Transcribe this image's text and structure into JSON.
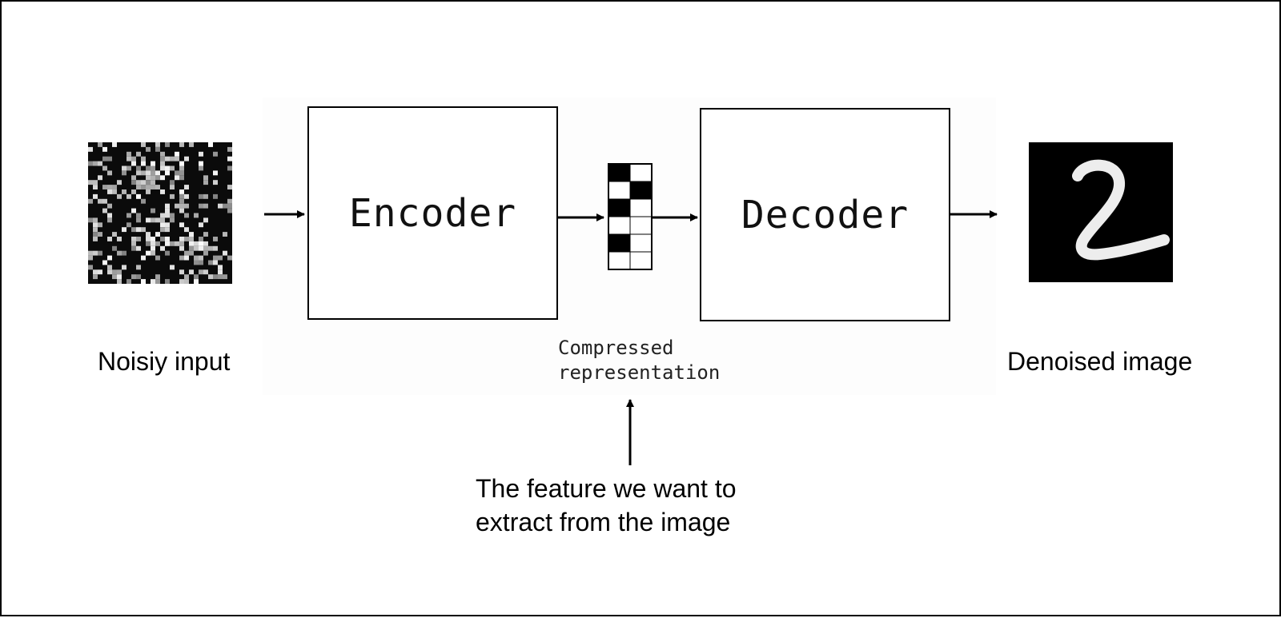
{
  "diagram": {
    "nodes": {
      "encoder": {
        "label": "Encoder"
      },
      "decoder": {
        "label": "Decoder"
      }
    },
    "input_label": "Noisiy input",
    "output_label": "Denoised image",
    "bottleneck_caption": [
      "Compressed",
      "representation"
    ],
    "feature_note": [
      "The feature we want to",
      "extract from the image"
    ],
    "bottleneck_cells": [
      [
        1,
        0
      ],
      [
        0,
        1
      ],
      [
        1,
        0
      ],
      [
        0,
        0
      ],
      [
        1,
        0
      ],
      [
        0,
        0
      ]
    ],
    "colors": {
      "stroke": "#000000",
      "filled_cell": "#000000",
      "empty_cell": "#ffffff"
    }
  }
}
